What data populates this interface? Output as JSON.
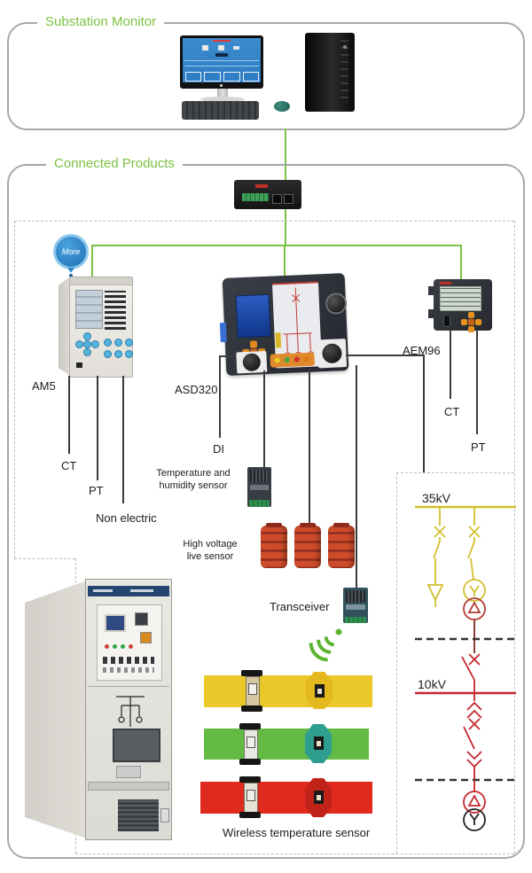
{
  "sections": {
    "substation_monitor": {
      "title": "Substation Monitor"
    },
    "connected_products": {
      "title": "Connected Products"
    }
  },
  "more_badge": {
    "label": "More"
  },
  "devices": {
    "am5": {
      "label": "AM5",
      "outputs": [
        "CT",
        "PT",
        "Non electric"
      ]
    },
    "asd320": {
      "label": "ASD320",
      "di_label": "DI"
    },
    "aem96": {
      "label": "AEM96",
      "ct_label": "CT",
      "pt_label": "PT"
    }
  },
  "sensors": {
    "temp_humidity_label": "Temperature and humidity sensor",
    "high_voltage_label": "High voltage live sensor",
    "transceiver_label": "Transceiver",
    "wireless_temp_label": "Wireless temperature sensor"
  },
  "oneline_diagram": {
    "bus_35kv_label": "35kV",
    "bus_10kv_label": "10kV"
  },
  "colors": {
    "accent_green": "#7CC142",
    "line_black": "#3B3B3B",
    "bar_yellow": "#EAC829",
    "bar_green": "#63BB46",
    "bar_red": "#E02A1E",
    "diagram_yellow": "#D2BF2E",
    "diagram_red": "#C5272E",
    "transformer_link": "#8B3E36"
  }
}
